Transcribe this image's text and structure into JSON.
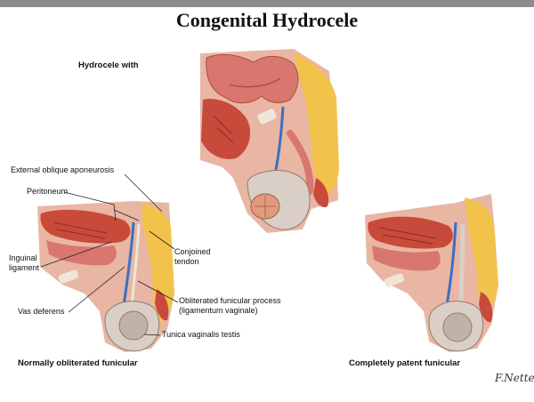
{
  "title": "Congenital Hydrocele",
  "panels": {
    "top": {
      "caption": "Hydrocele with"
    },
    "left": {
      "caption": "Normally obliterated funicular"
    },
    "right": {
      "caption": "Completely patent funicular"
    }
  },
  "labels": {
    "external_oblique": "External oblique aponeurosis",
    "peritoneum": "Peritoneum",
    "inguinal_ligament_1": "Inguinal",
    "inguinal_ligament_2": "ligament",
    "conjoined_tendon_1": "Conjoined",
    "conjoined_tendon_2": "tendon",
    "vas_deferens": "Vas deferens",
    "obliterated_process_1": "Obliterated funicular process",
    "obliterated_process_2": "(ligamentum vaginale)",
    "tunica_vaginalis": "Tunica vaginalis testis"
  },
  "signature": "F.Netter",
  "colors": {
    "fat": "#f2c34a",
    "muscle": "#c84a3a",
    "intestine": "#d9766e",
    "peritoneum": "#e9b6a4",
    "vas": "#3c6fc2",
    "testis": "#d9cfc6",
    "bone": "#efe6d6"
  }
}
